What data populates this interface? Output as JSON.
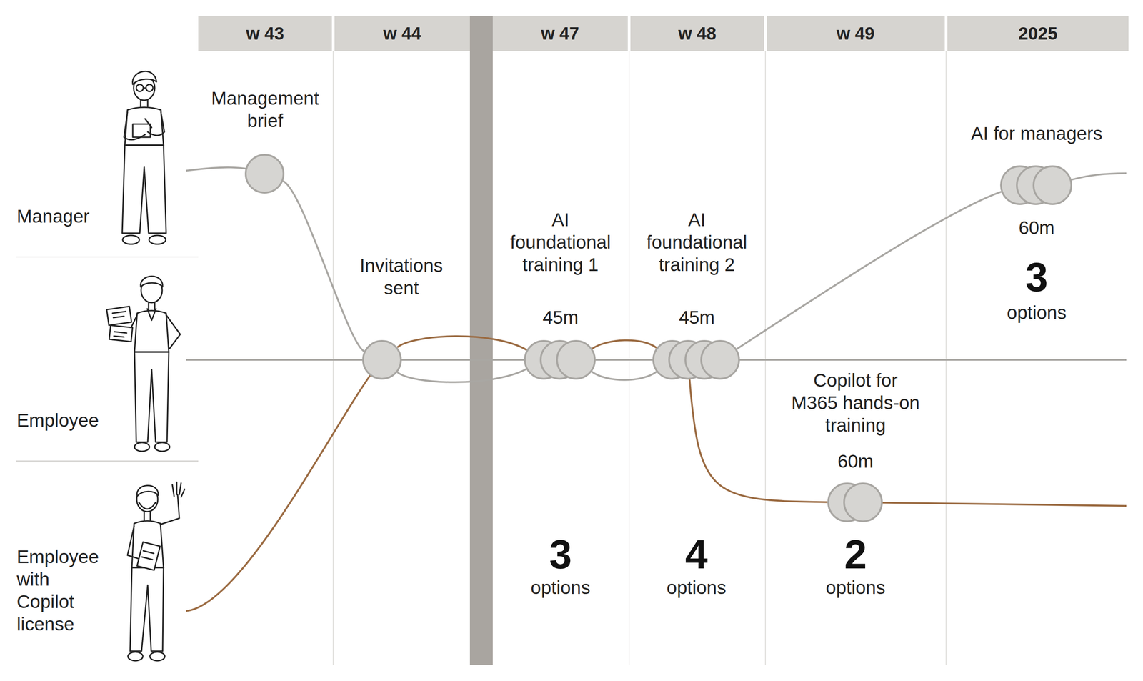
{
  "diagram": {
    "nodes": [
      {
        "text": [
          "Management brief"
        ]
      },
      {
        "text": [
          "Invitations sent"
        ]
      },
      {
        "text": [
          "AI foundational training 1",
          "45m"
        ]
      },
      {
        "text": [
          "AI foundational training 2",
          "45m"
        ]
      },
      {
        "text": [
          "Copilot for M365 hands-on training",
          "60m"
        ]
      },
      {
        "text": [
          "AI for managers",
          "60m"
        ]
      }
    ],
    "edges": [
      {
        "from": 0,
        "to": 1,
        "arrow": "none"
      },
      {
        "from": 1,
        "to": 2,
        "arrow": "none"
      },
      {
        "from": 1,
        "to": 2,
        "arrow": "none"
      },
      {
        "from": 2,
        "to": 3,
        "arrow": "none"
      },
      {
        "from": 2,
        "to": 3,
        "arrow": "none"
      },
      {
        "from": 3,
        "to": 5,
        "arrow": "none"
      },
      {
        "from": 3,
        "to": 4,
        "arrow": "none"
      }
    ],
    "labels": [
      "w 43",
      "w 44",
      "w 47",
      "w 48",
      "w 49",
      "2025",
      "Manager",
      "Employee",
      "Employee with Copilot license",
      "3",
      "options",
      "3",
      "options",
      "4",
      "options",
      "2",
      "options"
    ]
  }
}
